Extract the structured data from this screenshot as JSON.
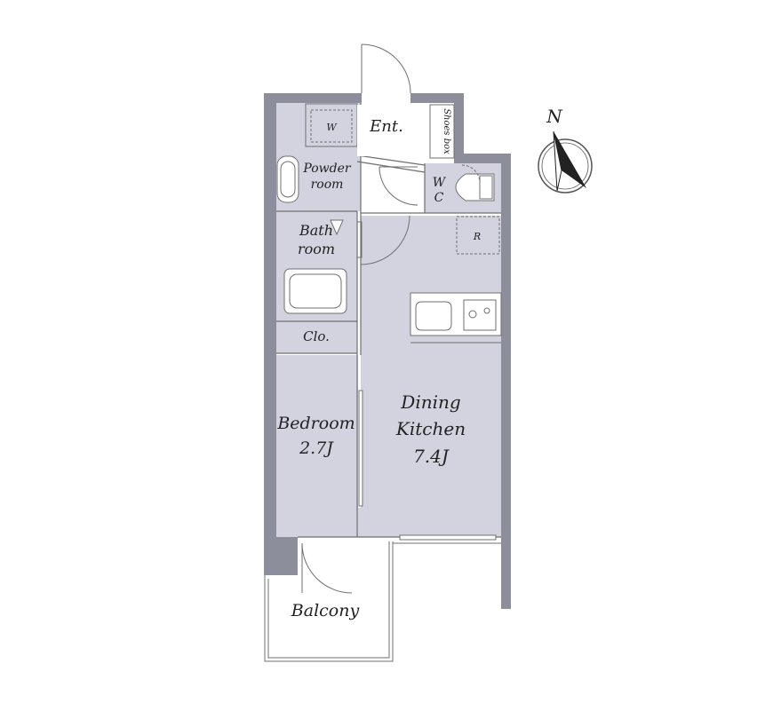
{
  "rooms": {
    "entrance": "Ent.",
    "shoes_box": "Shoes box",
    "washer": "W",
    "powder_room_line1": "Powder",
    "powder_room_line2": "room",
    "wc_line1": "W",
    "wc_line2": "C",
    "refrigerator": "R",
    "bathroom_line1": "Bath",
    "bathroom_line2": "room",
    "closet": "Clo.",
    "bedroom_name": "Bedroom",
    "bedroom_size": "2.7J",
    "dk_line1": "Dining",
    "dk_line2": "Kitchen",
    "dk_size": "7.4J",
    "balcony": "Balcony"
  },
  "compass": {
    "north_label": "N",
    "icon": "compass-north-arrow-icon"
  },
  "colors": {
    "wall": "#8c8e9c",
    "floor": "#d3d3e0",
    "fixture": "#ffffff",
    "line": "#6f6f6f"
  }
}
